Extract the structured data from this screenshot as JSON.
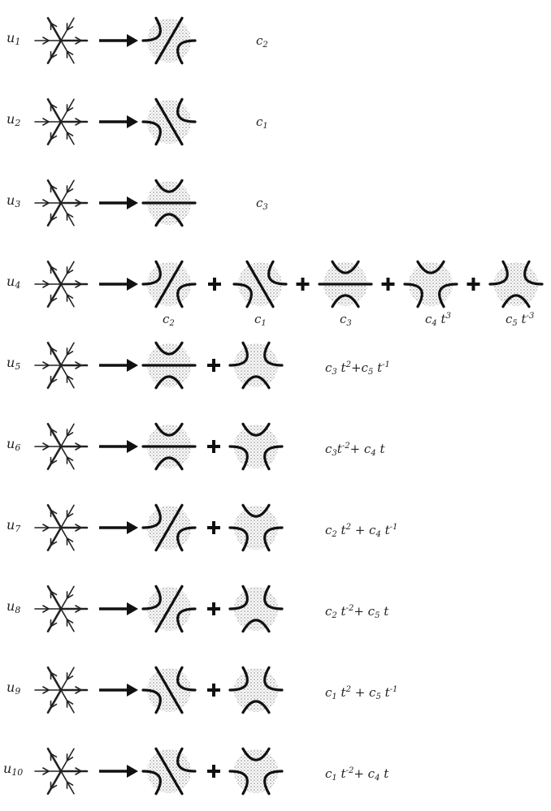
{
  "rows": [
    {
      "label": "u1",
      "terms": [
        "c2"
      ],
      "weights": []
    },
    {
      "label": "u2",
      "terms": [
        "c1"
      ],
      "weights": []
    },
    {
      "label": "u3",
      "terms": [
        "c3"
      ],
      "weights": []
    },
    {
      "label": "u4",
      "terms": [
        "c2",
        "c1",
        "c3",
        "c4t3",
        "c5tm3"
      ],
      "weights": [
        "c2",
        "c1",
        "c3",
        "c4 t^3",
        "c5 t^-3"
      ]
    },
    {
      "label": "u5",
      "terms": [
        "c3",
        "c5"
      ],
      "weights": [
        "c3 t^2 + c5 t^-1"
      ]
    },
    {
      "label": "u6",
      "terms": [
        "c3",
        "c4"
      ],
      "weights": [
        "c3 t^-2 + c4 t"
      ]
    },
    {
      "label": "u7",
      "terms": [
        "c2",
        "c4"
      ],
      "weights": [
        "c2 t^2 + c4 t^-1"
      ]
    },
    {
      "label": "u8",
      "terms": [
        "c2",
        "c5"
      ],
      "weights": [
        "c2 t^-2 + c5 t"
      ]
    },
    {
      "label": "u9",
      "terms": [
        "c1",
        "c5"
      ],
      "weights": [
        "c1 t^2 + c5 t^-1"
      ]
    },
    {
      "label": "u10",
      "terms": [
        "c1",
        "c4"
      ],
      "weights": [
        "c1 t^-2 + c4 t"
      ]
    }
  ]
}
